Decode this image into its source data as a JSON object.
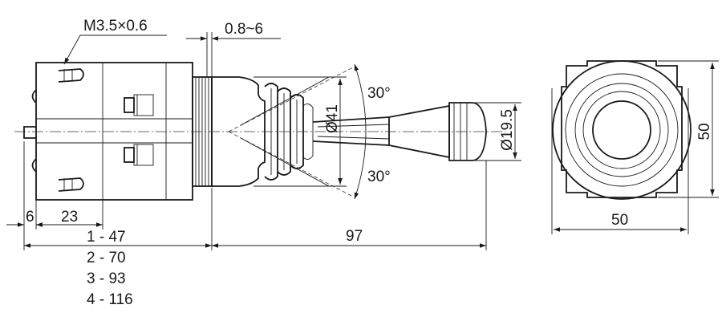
{
  "diagram": {
    "side_view": {
      "thread_label": "M3.5×0.6",
      "panel_thickness": "0.8~6",
      "dim_6": "6",
      "dim_23": "23",
      "dim_41": "Ø41",
      "dim_19_5": "Ø19.5",
      "angle_upper": "30°",
      "angle_lower": "30°",
      "dim_97": "97",
      "length_table": [
        "1 - 47",
        "2 - 70",
        "3 - 93",
        "4 - 116"
      ]
    },
    "front_view": {
      "height_label": "50",
      "width_label": "50"
    }
  }
}
